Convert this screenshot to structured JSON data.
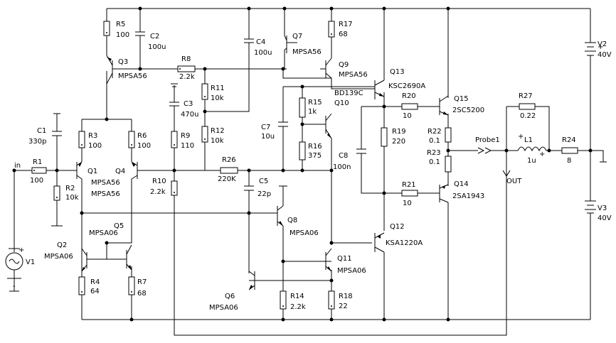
{
  "components": [
    {
      "id": "R5",
      "ref": "R5",
      "value": "100"
    },
    {
      "id": "C2",
      "ref": "C2",
      "value": "100u"
    },
    {
      "id": "Q3",
      "ref": "Q3",
      "value": "MPSA56"
    },
    {
      "id": "R8",
      "ref": "R8",
      "value": "2.2k"
    },
    {
      "id": "C4",
      "ref": "C4",
      "value": "100u"
    },
    {
      "id": "Q7",
      "ref": "Q7",
      "value": "MPSA56"
    },
    {
      "id": "R17",
      "ref": "R17",
      "value": "68"
    },
    {
      "id": "Q9",
      "ref": "Q9",
      "value": "MPSA56"
    },
    {
      "id": "Q13",
      "ref": "Q13",
      "value": "KSC2690A"
    },
    {
      "id": "R11",
      "ref": "R11",
      "value": "10k"
    },
    {
      "id": "C3",
      "ref": "C3",
      "value": "470u"
    },
    {
      "id": "R12",
      "ref": "R12",
      "value": "10k"
    },
    {
      "id": "Q10",
      "ref": "Q10",
      "value": "BD139C"
    },
    {
      "id": "R15",
      "ref": "R15",
      "value": "1k"
    },
    {
      "id": "R16",
      "ref": "R16",
      "value": "375"
    },
    {
      "id": "C7",
      "ref": "C7",
      "value": "10u"
    },
    {
      "id": "C8",
      "ref": "C8",
      "value": "100n"
    },
    {
      "id": "R20",
      "ref": "R20",
      "value": "10"
    },
    {
      "id": "R19",
      "ref": "R19",
      "value": "220"
    },
    {
      "id": "Q15",
      "ref": "Q15",
      "value": "2SC5200"
    },
    {
      "id": "R22",
      "ref": "R22",
      "value": "0.1"
    },
    {
      "id": "R23",
      "ref": "R23",
      "value": "0.1"
    },
    {
      "id": "R27",
      "ref": "R27",
      "value": "0.22"
    },
    {
      "id": "L1",
      "ref": "L1",
      "value": "1u"
    },
    {
      "id": "R24",
      "ref": "R24",
      "value": "8"
    },
    {
      "id": "V2",
      "ref": "V2",
      "value": "40V"
    },
    {
      "id": "V3",
      "ref": "V3",
      "value": "40V"
    },
    {
      "id": "C1",
      "ref": "C1",
      "value": "330p"
    },
    {
      "id": "R1",
      "ref": "R1",
      "value": "100"
    },
    {
      "id": "R2",
      "ref": "R2",
      "value": "10k"
    },
    {
      "id": "R3",
      "ref": "R3",
      "value": "100"
    },
    {
      "id": "R6",
      "ref": "R6",
      "value": "100"
    },
    {
      "id": "Q1",
      "ref": "Q1",
      "value": "MPSA56"
    },
    {
      "id": "Q4",
      "ref": "Q4",
      "value": "MPSA56"
    },
    {
      "id": "R9",
      "ref": "R9",
      "value": "110"
    },
    {
      "id": "R26",
      "ref": "R26",
      "value": "220K"
    },
    {
      "id": "R10",
      "ref": "R10",
      "value": "2.2k"
    },
    {
      "id": "C5",
      "ref": "C5",
      "value": "22p"
    },
    {
      "id": "Q5",
      "ref": "Q5",
      "value": "MPSA06"
    },
    {
      "id": "Q2",
      "ref": "Q2",
      "value": "MPSA06"
    },
    {
      "id": "Q8",
      "ref": "Q8",
      "value": "MPSA06"
    },
    {
      "id": "Q12",
      "ref": "Q12",
      "value": "KSA1220A"
    },
    {
      "id": "Q14",
      "ref": "Q14",
      "value": "2SA1943"
    },
    {
      "id": "R21",
      "ref": "R21",
      "value": "10"
    },
    {
      "id": "Q11",
      "ref": "Q11",
      "value": "MPSA06"
    },
    {
      "id": "R4",
      "ref": "R4",
      "value": "64"
    },
    {
      "id": "R7",
      "ref": "R7",
      "value": "68"
    },
    {
      "id": "R14",
      "ref": "R14",
      "value": "2.2k"
    },
    {
      "id": "R18",
      "ref": "R18",
      "value": "22"
    },
    {
      "id": "Q6",
      "ref": "Q6",
      "value": "MPSA06"
    },
    {
      "id": "V1",
      "ref": "V1",
      "value": ""
    }
  ],
  "labels": {
    "input": "in",
    "probe": "Probe1",
    "output": "OUT"
  }
}
